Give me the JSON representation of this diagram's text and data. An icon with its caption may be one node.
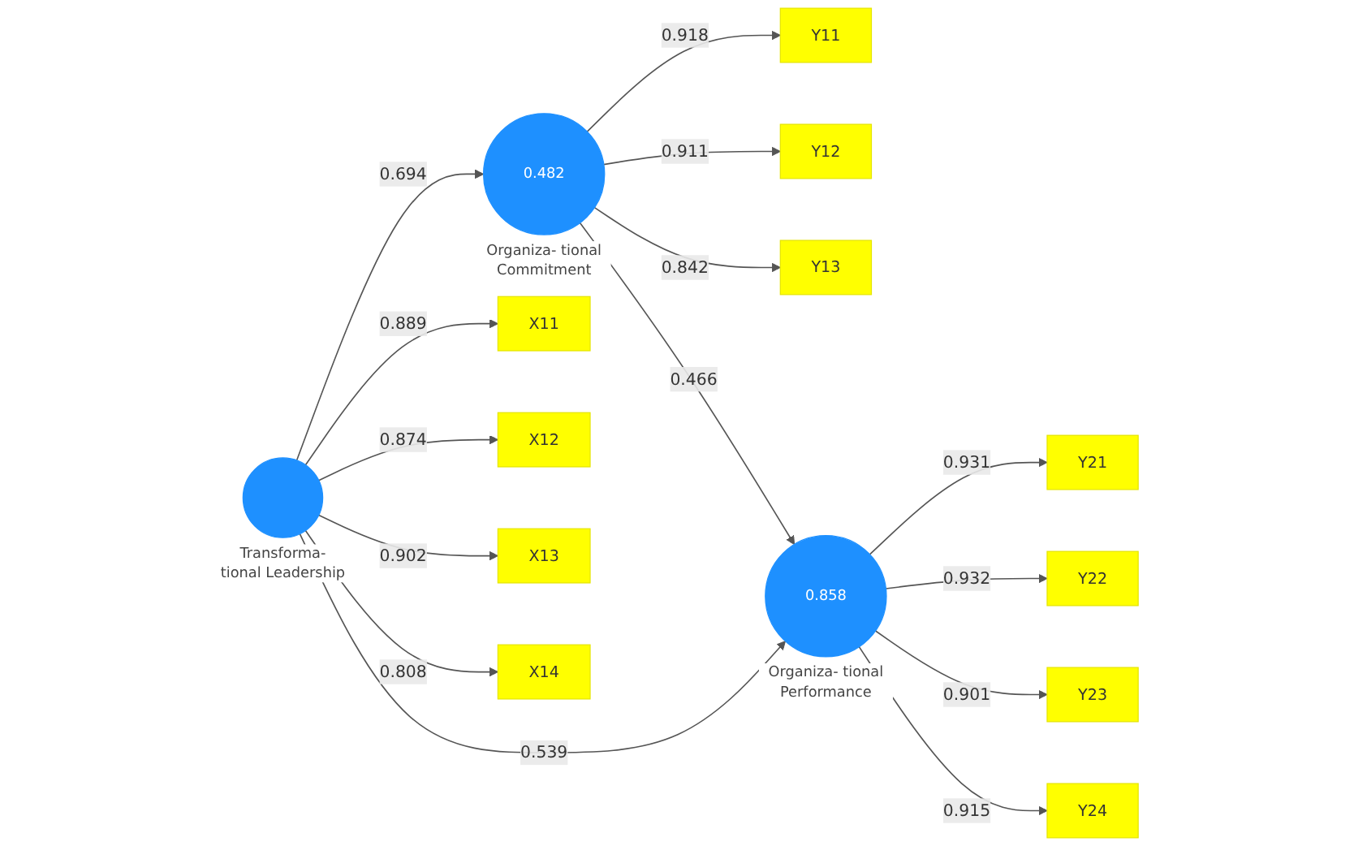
{
  "diagram": {
    "nodes": [
      {
        "text": [
          "Y11"
        ]
      },
      {
        "text": [
          "Y12"
        ]
      },
      {
        "text": [
          "Y13"
        ]
      },
      {
        "text": [
          "0.482"
        ],
        "beside": [
          "Organiza- tional Commitment"
        ]
      },
      {
        "text": [
          "X11"
        ]
      },
      {
        "text": [
          "X12"
        ]
      },
      {
        "text": [
          "X13"
        ]
      },
      {
        "text": [
          "X14"
        ]
      },
      {
        "text": [],
        "shape": "circle",
        "beside": [
          "Transforma- tional Leadership"
        ]
      },
      {
        "text": [
          "0.858"
        ],
        "beside": [
          "Organiza- tional Performance"
        ]
      },
      {
        "text": [
          "Y21"
        ]
      },
      {
        "text": [
          "Y22"
        ]
      },
      {
        "text": [
          "Y23"
        ]
      },
      {
        "text": [
          "Y24"
        ]
      }
    ],
    "edges": [
      {
        "from": 3,
        "to": 0,
        "arrow": "to",
        "label": "0.918"
      },
      {
        "from": 3,
        "to": 1,
        "arrow": "to",
        "label": "0.911"
      },
      {
        "from": 3,
        "to": 2,
        "arrow": "to",
        "label": "0.842"
      },
      {
        "from": 8,
        "to": 3,
        "arrow": "to",
        "label": "0.694"
      },
      {
        "from": 3,
        "to": 9,
        "arrow": "to",
        "label": "0.466"
      },
      {
        "from": 8,
        "to": 4,
        "arrow": "to",
        "label": "0.889"
      },
      {
        "from": 8,
        "to": 5,
        "arrow": "to",
        "label": "0.874"
      },
      {
        "from": 8,
        "to": 6,
        "arrow": "to",
        "label": "0.902"
      },
      {
        "from": 8,
        "to": 7,
        "arrow": "to",
        "label": "0.808"
      },
      {
        "from": 8,
        "to": 9,
        "arrow": "to",
        "label": "0.539"
      },
      {
        "from": 9,
        "to": 10,
        "arrow": "to",
        "label": "0.931"
      },
      {
        "from": 9,
        "to": 11,
        "arrow": "to",
        "label": "0.932"
      },
      {
        "from": 9,
        "to": 12,
        "arrow": "to",
        "label": "0.901"
      },
      {
        "from": 9,
        "to": 13,
        "arrow": "to",
        "label": "0.915"
      }
    ]
  }
}
